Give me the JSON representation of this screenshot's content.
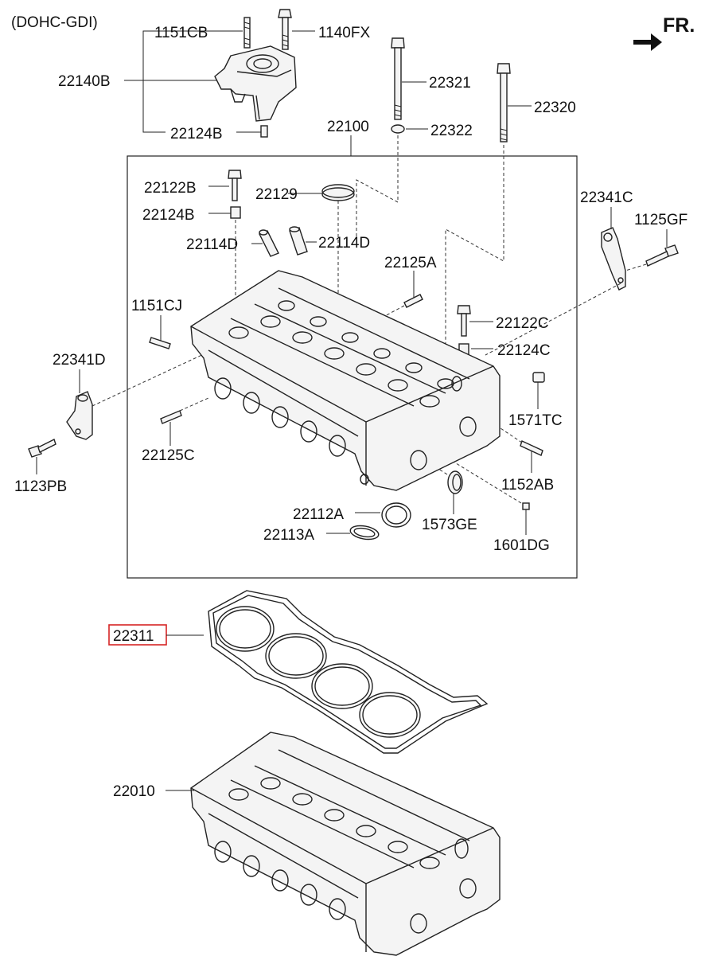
{
  "variant": "(DOHC-GDI)",
  "direction": "FR.",
  "highlight_color": "#d62424",
  "labels": {
    "p1151CB": "1151CB",
    "p1140FX": "1140FX",
    "p22140B": "22140B",
    "p22321": "22321",
    "p22320": "22320",
    "p22124B_top": "22124B",
    "p22322": "22322",
    "p22100": "22100",
    "p22122B": "22122B",
    "p22129": "22129",
    "p22124B": "22124B",
    "p22114D_l": "22114D",
    "p22114D_r": "22114D",
    "p22341C": "22341C",
    "p1125GF": "1125GF",
    "p22125A": "22125A",
    "p1151CJ": "1151CJ",
    "p22122C": "22122C",
    "p22124C": "22124C",
    "p22341D": "22341D",
    "p1571TC": "1571TC",
    "p22125C": "22125C",
    "p1123PB": "1123PB",
    "p1152AB": "1152AB",
    "p22112A": "22112A",
    "p1573GE": "1573GE",
    "p22113A": "22113A",
    "p1601DG": "1601DG",
    "p22311": "22311",
    "p22010": "22010"
  }
}
